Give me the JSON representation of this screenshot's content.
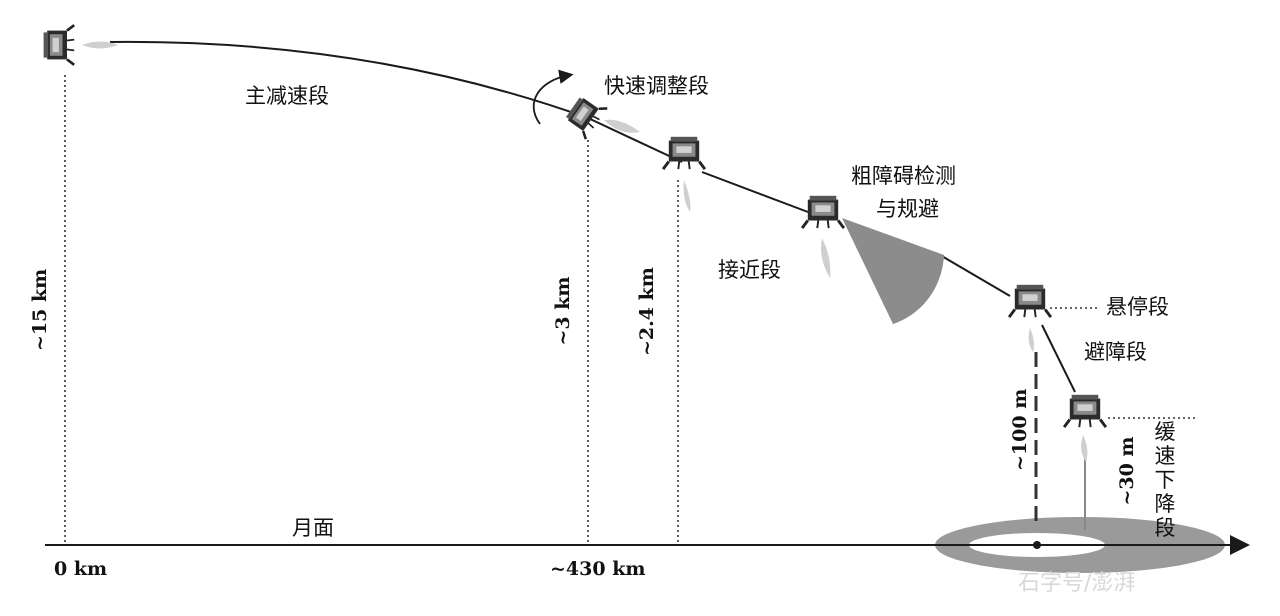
{
  "phases": {
    "main_deceleration": "主减速段",
    "quick_adjustment": "快速调整段",
    "coarse_obstacle_line1": "粗障碍检测",
    "coarse_obstacle_line2": "与规避",
    "approach": "接近段",
    "hover": "悬停段",
    "obstacle_avoidance": "避障段",
    "slow_descent": "缓速下降段"
  },
  "surface_label": "月面",
  "altitudes": {
    "start": "~15 km",
    "adjust": "~3 km",
    "approach": "~2.4 km",
    "hover": "~100 m",
    "avoid": "~30 m"
  },
  "distances": {
    "origin": "0 km",
    "adjust": "~430 km"
  },
  "watermark": "石字号/澎湃",
  "colors": {
    "line": "#1a1a1a",
    "sensor_cone": "#8c8c8c",
    "landing_ellipse": "#9a9a9a",
    "plume": "#cfcfcf"
  }
}
